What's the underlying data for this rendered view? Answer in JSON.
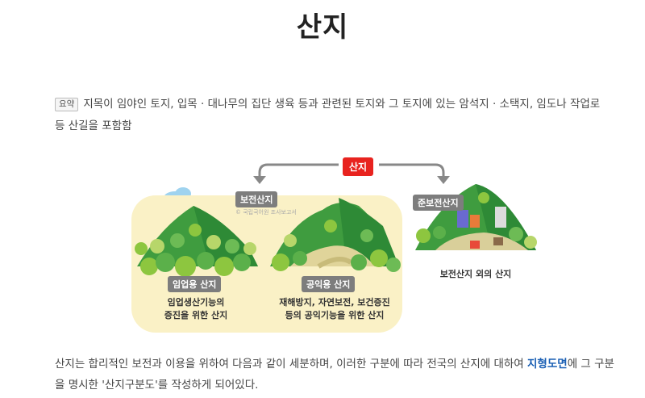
{
  "title": "산지",
  "summary": {
    "badge": "요약",
    "text": "지목이 임야인 토지, 입목 · 대나무의 집단 생육 등과 관련된 토지와 그 토지에 있는 암석지 · 소택지, 임도나 작업로 등 산길을 포함함"
  },
  "figure": {
    "top_label": "산지",
    "left_group_label": "보전산지",
    "right_group_label": "준보전산지",
    "watermark": "© 국립국어원 조사보고서",
    "forestry_label": "임업용 산지",
    "forestry_desc_1": "임업생산기능의",
    "forestry_desc_2": "증진을 위한 산지",
    "public_label": "공익용 산지",
    "public_desc_1": "재해방지, 자연보전, 보건증진",
    "public_desc_2": "등의 공익기능을 위한 산지",
    "other_desc": "보전산지 외의 산지"
  },
  "body": {
    "text_before": "산지는 합리적인 보전과 이용을 위하여 다음과 같이 세분하며, 이러한 구분에 따라 전국의 산지에 대하여 ",
    "link": "지형도면",
    "text_after": "에 그 구분을 명시한 '산지구분도'를 작성하게 되어있다."
  }
}
